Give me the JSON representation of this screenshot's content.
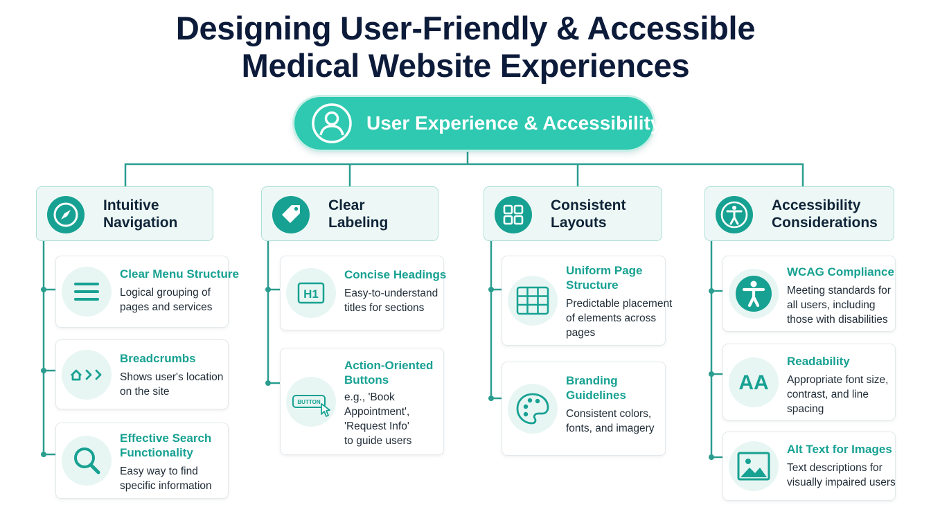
{
  "page": {
    "title_lines": [
      "Designing User-Friendly & Accessible",
      "Medical Website Experiences"
    ]
  },
  "root": {
    "label": "User Experience & Accessibility",
    "icon": "user-icon"
  },
  "colors": {
    "teal": "#2ec9b0",
    "teal_dark": "#17a192",
    "line": "#2a9d8f",
    "title": "#0d1b3a"
  },
  "categories": [
    {
      "label_lines": [
        "Intuitive",
        "Navigation"
      ],
      "icon": "compass-icon",
      "items": [
        {
          "title_lines": [
            "Clear Menu Structure"
          ],
          "desc_lines": [
            "Logical grouping of",
            "pages and services"
          ],
          "icon": "menu-icon"
        },
        {
          "title_lines": [
            "Breadcrumbs"
          ],
          "desc_lines": [
            "Shows user's location",
            "on the site"
          ],
          "icon": "breadcrumb-icon"
        },
        {
          "title_lines": [
            "Effective Search",
            "Functionality"
          ],
          "desc_lines": [
            "Easy way to find",
            "specific information"
          ],
          "icon": "search-icon"
        }
      ]
    },
    {
      "label_lines": [
        "Clear",
        "Labeling"
      ],
      "icon": "tag-icon",
      "items": [
        {
          "title_lines": [
            "Concise Headings"
          ],
          "desc_lines": [
            "Easy-to-understand",
            "titles for sections"
          ],
          "icon": "heading-icon",
          "icon_text": "H1"
        },
        {
          "title_lines": [
            "Action-Oriented",
            "Buttons"
          ],
          "desc_lines": [
            "e.g., 'Book",
            "Appointment',",
            "'Request Info'",
            "to guide users"
          ],
          "icon": "button-cursor-icon",
          "icon_text": "BUTTON"
        }
      ]
    },
    {
      "label_lines": [
        "Consistent",
        "Layouts"
      ],
      "icon": "grid-icon",
      "items": [
        {
          "title_lines": [
            "Uniform Page",
            "Structure"
          ],
          "desc_lines": [
            "Predictable placement",
            "of elements across",
            "pages"
          ],
          "icon": "table-layout-icon"
        },
        {
          "title_lines": [
            "Branding",
            "Guidelines"
          ],
          "desc_lines": [
            "Consistent colors,",
            "fonts, and imagery"
          ],
          "icon": "palette-icon"
        }
      ]
    },
    {
      "label_lines": [
        "Accessibility",
        "Considerations"
      ],
      "icon": "accessibility-icon",
      "items": [
        {
          "title_lines": [
            "WCAG Compliance"
          ],
          "desc_lines": [
            "Meeting standards for",
            "all users, including",
            "those with disabilities"
          ],
          "icon": "person-accessibility-icon"
        },
        {
          "title_lines": [
            "Readability"
          ],
          "desc_lines": [
            "Appropriate font size,",
            "contrast, and line",
            "spacing"
          ],
          "icon": "font-size-icon",
          "icon_text": "AA"
        },
        {
          "title_lines": [
            "Alt Text for Images"
          ],
          "desc_lines": [
            "Text descriptions for",
            "visually impaired users"
          ],
          "icon": "image-icon"
        }
      ]
    }
  ]
}
